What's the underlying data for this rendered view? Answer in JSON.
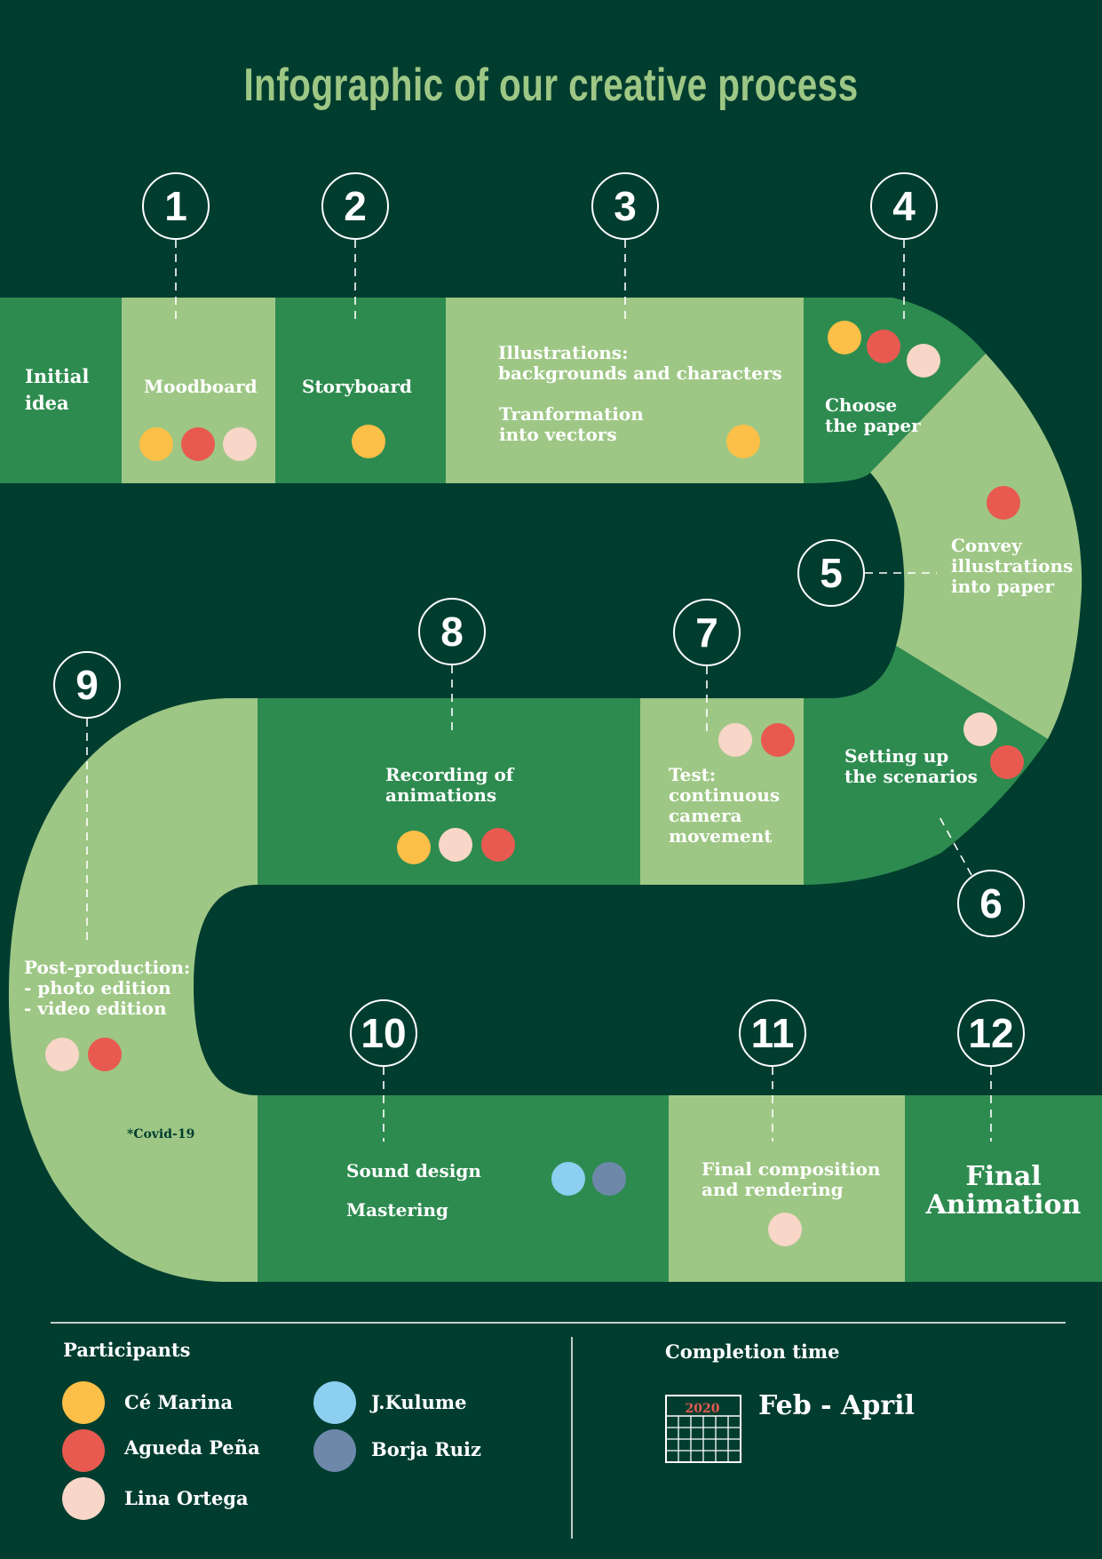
{
  "title": "Infographic of our creative process",
  "colors": {
    "background": "#003d2f",
    "track_dark": "#2e8b50",
    "track_light": "#9ec785",
    "title": "#9ec785",
    "ce_marina": "#fcbf47",
    "agueda_pena": "#e85a4f",
    "lina_ortega": "#f8d6c8",
    "j_kulume": "#8ccff0",
    "borja_ruiz": "#6e88aa",
    "calendar_year": "#e85a4f"
  },
  "steps": [
    {
      "number": "1",
      "label": "Moodboard",
      "participants": [
        "ce_marina",
        "agueda_pena",
        "lina_ortega"
      ]
    },
    {
      "number": "2",
      "label": "Storyboard",
      "participants": [
        "ce_marina"
      ]
    },
    {
      "number": "3",
      "label": "Illustrations:\nbackgrounds and characters",
      "label2": "Tranformation\ninto vectors",
      "participants": [
        "ce_marina"
      ]
    },
    {
      "number": "4",
      "label": "Choose\nthe paper",
      "participants": [
        "ce_marina",
        "agueda_pena",
        "lina_ortega"
      ]
    },
    {
      "number": "5",
      "label": "Convey\nillustrations\ninto paper",
      "participants": [
        "agueda_pena"
      ]
    },
    {
      "number": "6",
      "label": "Setting up\nthe scenarios",
      "participants": [
        "lina_ortega",
        "agueda_pena"
      ]
    },
    {
      "number": "7",
      "label": "Test:\ncontinuous\ncamera\nmovement",
      "participants": [
        "lina_ortega",
        "agueda_pena"
      ]
    },
    {
      "number": "8",
      "label": "Recording of\nanimations",
      "participants": [
        "ce_marina",
        "lina_ortega",
        "agueda_pena"
      ]
    },
    {
      "number": "9",
      "label": "Post-production:\n- photo edition\n- video edition",
      "participants": [
        "lina_ortega",
        "agueda_pena"
      ],
      "note": "*Covid-19"
    },
    {
      "number": "10",
      "label": "Sound design",
      "label2": "Mastering",
      "participants": [
        "j_kulume",
        "borja_ruiz"
      ]
    },
    {
      "number": "11",
      "label": "Final composition\nand rendering",
      "participants": [
        "lina_ortega"
      ]
    },
    {
      "number": "12",
      "label": "Final\nAnimation",
      "participants": []
    }
  ],
  "start_label": "Initial\nidea",
  "legend": {
    "participants_heading": "Participants",
    "people": [
      {
        "key": "ce_marina",
        "name": "Cé Marina"
      },
      {
        "key": "agueda_pena",
        "name": "Agueda Peña"
      },
      {
        "key": "lina_ortega",
        "name": "Lina Ortega"
      },
      {
        "key": "j_kulume",
        "name": "J.Kulume"
      },
      {
        "key": "borja_ruiz",
        "name": "Borja Ruiz"
      }
    ],
    "completion_heading": "Completion time",
    "calendar_year": "2020",
    "completion_value": "Feb - April"
  }
}
